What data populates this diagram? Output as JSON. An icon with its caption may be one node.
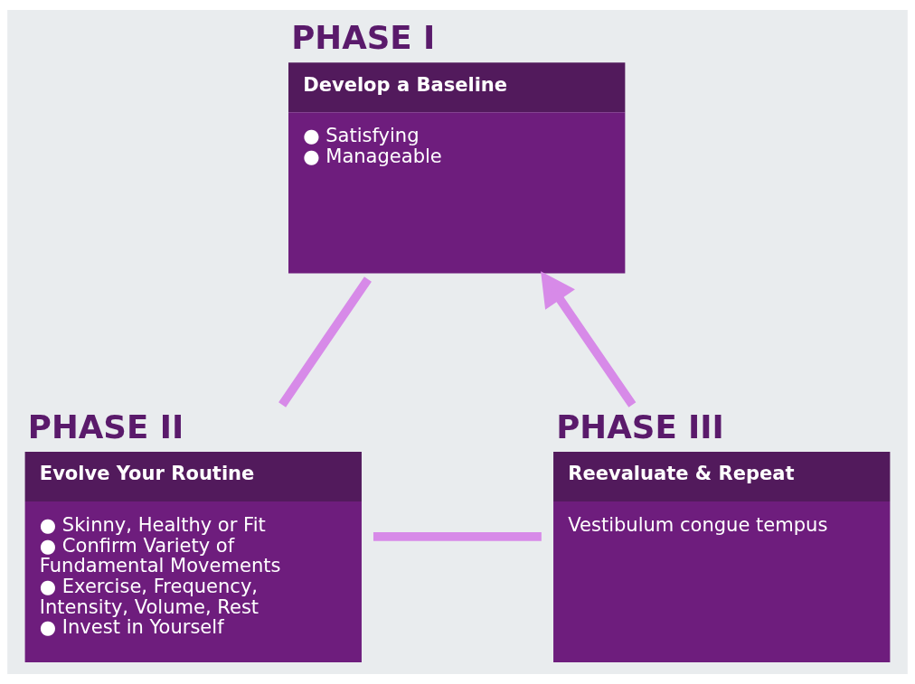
{
  "diagram": {
    "nodes": [
      {
        "text": [
          "Develop a Baseline",
          "● Satisfying",
          "● Manageable"
        ],
        "beside": [
          "PHASE I"
        ]
      },
      {
        "text": [
          "Evolve Your Routine",
          "● Skinny, Healthy or Fit",
          "● Confirm Variety of Fundamental Movements",
          "● Exercise, Frequency, Intensity, Volume, Rest",
          "● Invest in Yourself"
        ],
        "beside": [
          "PHASE II"
        ]
      },
      {
        "text": [
          "Reevaluate & Repeat",
          "Vestibulum congue tempus"
        ],
        "beside": [
          "PHASE III"
        ]
      }
    ],
    "edges": [
      {
        "from": 0,
        "to": 1,
        "arrow": "none"
      },
      {
        "from": 1,
        "to": 2,
        "arrow": "none"
      },
      {
        "from": 2,
        "to": 0,
        "arrow": "to"
      }
    ]
  }
}
